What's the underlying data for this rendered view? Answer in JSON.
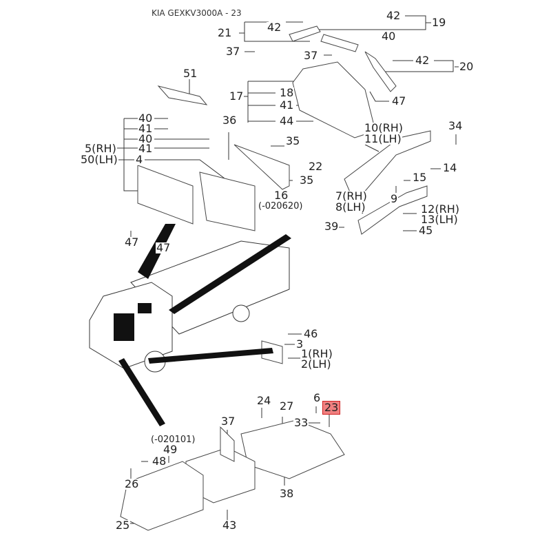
{
  "title": "KIA GEXKV3000A - 23",
  "highlight_color": "#f08080",
  "callouts": [
    "42",
    "21",
    "37",
    "42",
    "19",
    "40",
    "37",
    "42",
    "20",
    "51",
    "17",
    "18",
    "41",
    "44",
    "47",
    "40",
    "41",
    "40",
    "41",
    "5(RH)",
    "50(LH)",
    "4",
    "36",
    "35",
    "22",
    "35",
    "16",
    "(-020620)",
    "10(RH)",
    "11(LH)",
    "34",
    "14",
    "15",
    "9",
    "7(RH)",
    "8(LH)",
    "12(RH)",
    "13(LH)",
    "39",
    "45",
    "47",
    "47",
    "46",
    "3",
    "1(RH)",
    "2(LH)",
    "24",
    "27",
    "6",
    "23",
    "33",
    "37",
    "(-020101)",
    "49",
    "48",
    "26",
    "38",
    "25",
    "43"
  ],
  "highlighted_part": "23"
}
